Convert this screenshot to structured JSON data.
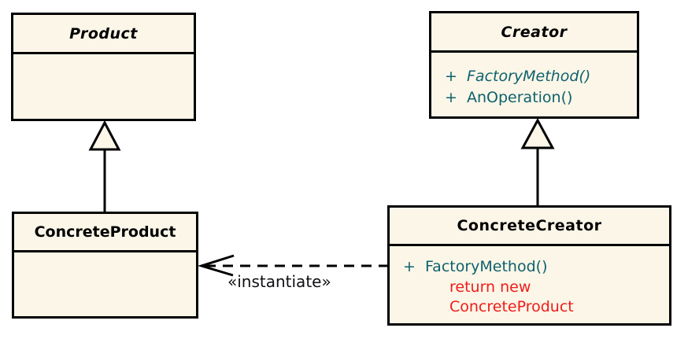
{
  "colors": {
    "box_fill": "#FBF6E7",
    "box_border": "#000000",
    "class_title": "#000000",
    "method_text": "#0E616E",
    "note_text": "#F01B1B",
    "label_text": "#101014"
  },
  "classes": {
    "product": {
      "name": "Product"
    },
    "creator": {
      "name": "Creator",
      "methods": [
        {
          "visibility": "+",
          "name": "FactoryMethod()"
        },
        {
          "visibility": "+",
          "name": "AnOperation()"
        }
      ]
    },
    "concrete_product": {
      "name": "ConcreteProduct"
    },
    "concrete_creator": {
      "name": "ConcreteCreator",
      "methods": [
        {
          "visibility": "+",
          "name": "FactoryMethod()"
        }
      ],
      "note_lines": [
        "return new",
        "ConcreteProduct"
      ]
    }
  },
  "relationships": {
    "left_generalization": {
      "type": "generalization",
      "from": "ConcreteProduct",
      "to": "Product"
    },
    "right_generalization": {
      "type": "generalization",
      "from": "ConcreteCreator",
      "to": "Creator"
    },
    "dependency": {
      "type": "dependency",
      "from": "ConcreteCreator",
      "to": "ConcreteProduct",
      "label": "«instantiate»"
    }
  }
}
